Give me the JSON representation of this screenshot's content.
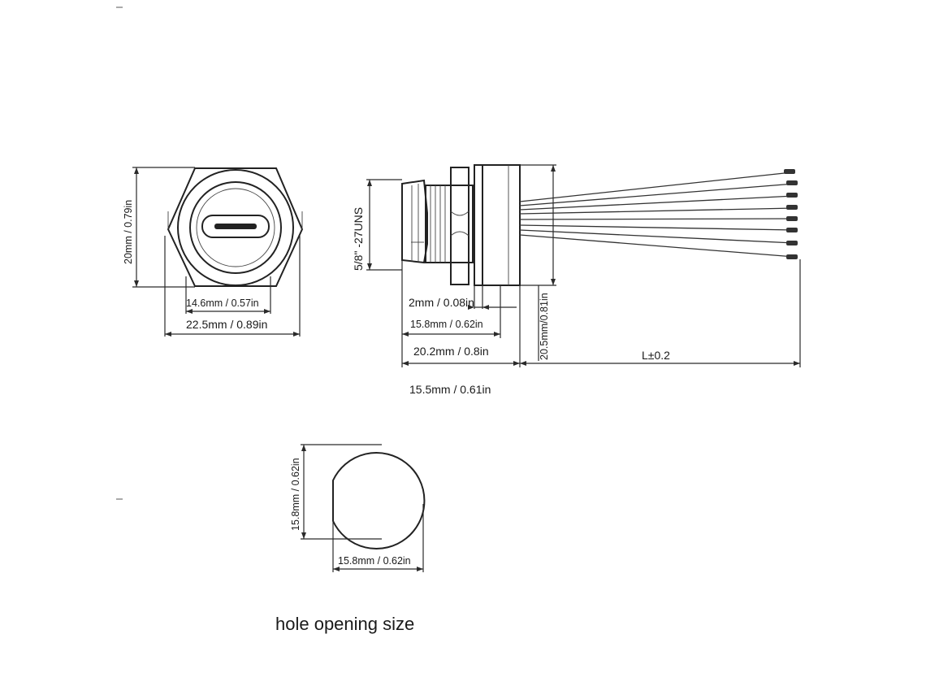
{
  "front_view": {
    "height_label": "20mm / 0.79in",
    "inner_width_label": "14.6mm / 0.57in",
    "outer_width_label": "22.5mm / 0.89in"
  },
  "side_view": {
    "thread_label": "5/8\" -27UNS",
    "nut_label": "2mm / 0.08in",
    "thread_length_label": "15.8mm / 0.62in",
    "body_length_label": "20.2mm / 0.8in",
    "flange_height_label": "20.5mm/0.81in",
    "length_label": "L±0.2",
    "overall_label": "15.5mm / 0.61in",
    "wire_count": 8
  },
  "hole_view": {
    "height_label": "15.8mm / 0.62in",
    "width_label": "15.8mm / 0.62in"
  },
  "caption": "hole opening size",
  "colors": {
    "line": "#2a2a2a",
    "background": "#ffffff"
  }
}
